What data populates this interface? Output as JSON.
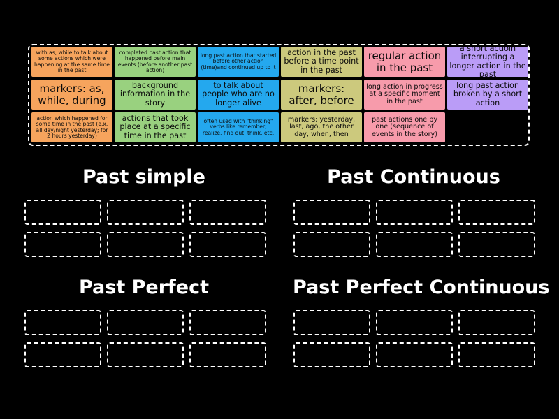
{
  "cards": [
    {
      "text": "with as, while to talk about some actions which were happening at the same time in the past",
      "color": "orange",
      "size": "xs"
    },
    {
      "text": "completed past action that happened before main events (before another past action)",
      "color": "green",
      "size": "xs"
    },
    {
      "text": "long past action that started before other action (time)and continued up to it",
      "color": "blue",
      "size": "xs"
    },
    {
      "text": "action in the past before a time point in the past",
      "color": "olive",
      "size": "m"
    },
    {
      "text": "regular action in the past",
      "color": "pink",
      "size": "l"
    },
    {
      "text": "a short actioin interrupting a longer action in the past",
      "color": "purple",
      "size": "m"
    },
    {
      "text": "markers: as, while, during",
      "color": "orange",
      "size": "l"
    },
    {
      "text": "background information in the story",
      "color": "green",
      "size": "m"
    },
    {
      "text": "to talk about people who are no longer alive",
      "color": "blue",
      "size": "m"
    },
    {
      "text": "markers: after, before",
      "color": "olive",
      "size": "l"
    },
    {
      "text": "long action in progress at a specific moment in the past",
      "color": "pink",
      "size": "s"
    },
    {
      "text": "long past action broken by a short action",
      "color": "purple",
      "size": "m"
    },
    {
      "text": "action which happened for some time in the past (e.x. all day/night yesterday; for 2 hours yesterday)",
      "color": "orange",
      "size": "xs"
    },
    {
      "text": "actions that took place at a specific time in the past",
      "color": "green",
      "size": "m"
    },
    {
      "text": "often used with \"thinking\" verbs like remember, realize, find out, think, etc.",
      "color": "blue",
      "size": "xs"
    },
    {
      "text": "markers: yesterday, last, ago, the other day, when, then",
      "color": "olive",
      "size": "s"
    },
    {
      "text": "past actions one by one (sequence of events in the story)",
      "color": "pink",
      "size": "s"
    }
  ],
  "groups": [
    {
      "title": "Past simple"
    },
    {
      "title": "Past Continuous"
    },
    {
      "title": "Past Perfect"
    },
    {
      "title": "Past Perfect Continuous"
    }
  ],
  "colors": {
    "orange": "#f6a45d",
    "green": "#99d17f",
    "blue": "#24a8ee",
    "olive": "#ccc97d",
    "pink": "#f79bab",
    "purple": "#ba9cf7",
    "background": "#000000"
  }
}
